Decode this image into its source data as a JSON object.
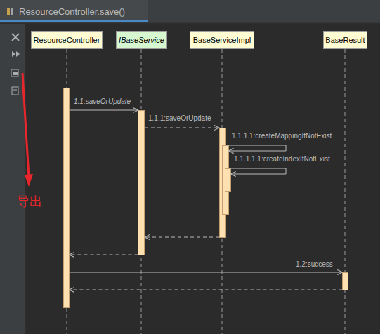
{
  "diagram": {
    "title": "ResourceController.save()",
    "nodes": [
      {
        "text": [
          "ResourceController"
        ]
      },
      {
        "text": [
          "IBaseService"
        ]
      },
      {
        "text": [
          "BaseServiceImpl"
        ]
      },
      {
        "text": [
          "BaseResult"
        ]
      }
    ],
    "edges": [
      {
        "from": 0,
        "to": 1,
        "label": "1.1:saveOrUpdate",
        "arrow": "to"
      },
      {
        "from": 1,
        "to": 2,
        "label": "1.1.1:saveOrUpdate",
        "arrow": "to"
      },
      {
        "from": 2,
        "to": 2,
        "label": "1.1.1.1:createMappingIfNotExist",
        "arrow": "to"
      },
      {
        "from": 2,
        "to": 2,
        "label": "1.1.1.1.1:createIndexIfNotExist",
        "arrow": "to"
      },
      {
        "from": 2,
        "to": 1,
        "arrow": "to"
      },
      {
        "from": 1,
        "to": 0,
        "arrow": "to"
      },
      {
        "from": 0,
        "to": 3,
        "label": "1.2:success",
        "arrow": "to"
      },
      {
        "from": 3,
        "to": 0,
        "arrow": "to"
      }
    ],
    "labels": [
      "导出"
    ]
  }
}
